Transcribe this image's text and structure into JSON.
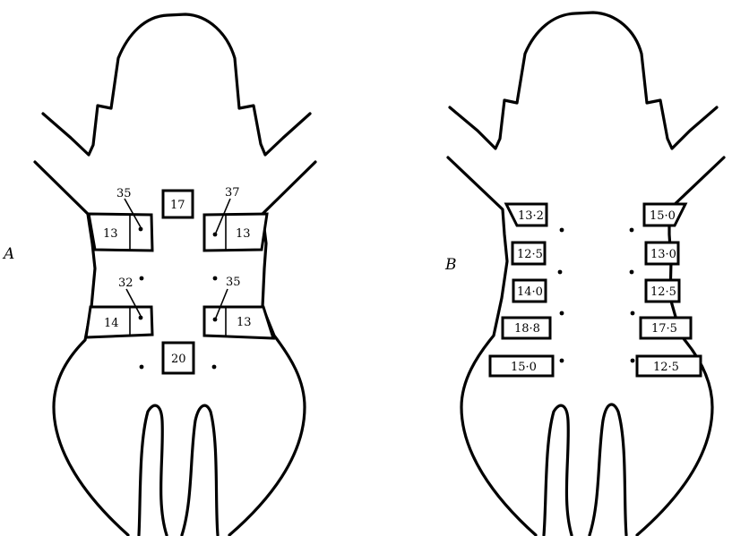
{
  "panels": {
    "a": {
      "letter": "A",
      "midline_upper": "17",
      "midline_lower": "20",
      "upper_left_outer": "13",
      "upper_left_inner": "35",
      "upper_right_inner": "37",
      "upper_right_outer": "13",
      "lower_left_outer": "14",
      "lower_left_inner": "32",
      "lower_right_inner": "35",
      "lower_right_outer": "13"
    },
    "b": {
      "letter": "B",
      "left": [
        "13·2",
        "12·5",
        "14·0",
        "18·8",
        "15·0"
      ],
      "right": [
        "15·0",
        "13·0",
        "12·5",
        "17·5",
        "12·5"
      ]
    }
  }
}
